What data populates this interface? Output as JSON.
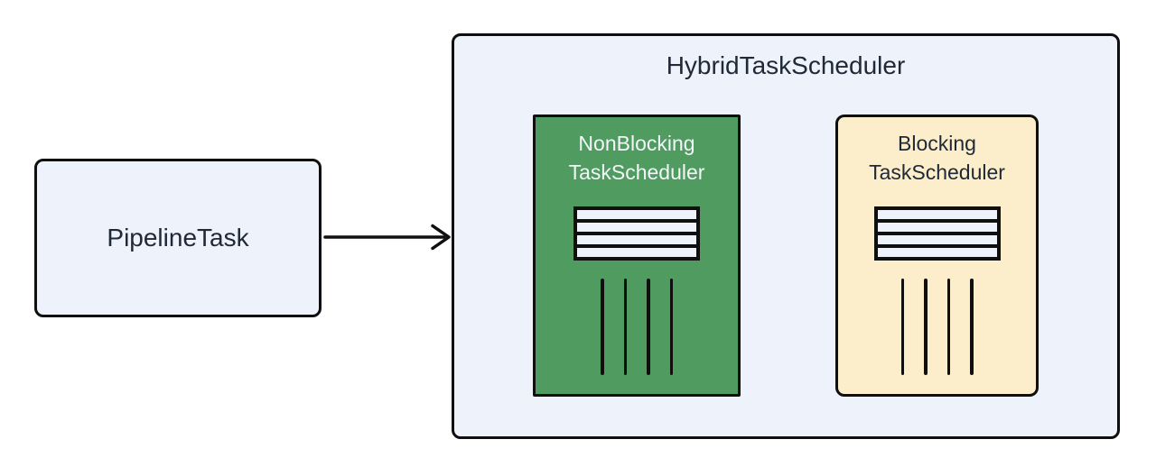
{
  "colors": {
    "background": "#ffffff",
    "panel_fill": "#edf2fb",
    "green_fill": "#4f9b60",
    "yellow_fill": "#fceecb",
    "stroke": "#0f0f0f",
    "text_dark": "#202938",
    "text_light": "#f4f6f9"
  },
  "nodes": {
    "pipeline_task": {
      "label": "PipelineTask"
    },
    "hybrid_scheduler": {
      "title": "HybridTaskScheduler"
    },
    "nonblocking_scheduler": {
      "name_line1": "NonBlocking",
      "name_line2": "TaskScheduler",
      "queue_rows": 4,
      "worker_threads": 4
    },
    "blocking_scheduler": {
      "name_line1": "Blocking",
      "name_line2": "TaskScheduler",
      "queue_rows": 4,
      "worker_threads": 4
    }
  },
  "edges": [
    {
      "from": "PipelineTask",
      "to": "HybridTaskScheduler",
      "style": "arrow-right"
    }
  ]
}
